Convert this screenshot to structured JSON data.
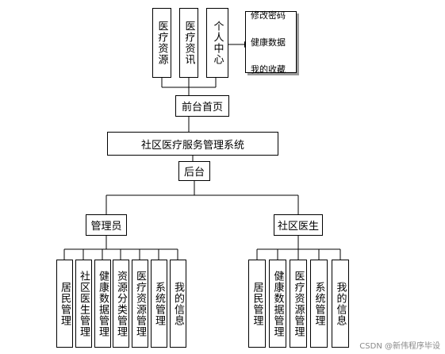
{
  "front": {
    "modules": [
      "医疗资源",
      "医疗资讯",
      "个人中心"
    ],
    "personal_sub": [
      "修改密码",
      "健康数据",
      "我的收藏"
    ],
    "label": "前台首页"
  },
  "system": {
    "title": "社区医疗服务管理系统"
  },
  "back": {
    "label": "后台"
  },
  "admin": {
    "label": "管理员",
    "modules": [
      "居民管理",
      "社区医生管理",
      "健康数据管理",
      "资源分类管理",
      "医疗资源管理",
      "系统管理",
      "我的信息"
    ]
  },
  "doctor": {
    "label": "社区医生",
    "modules": [
      "居民管理",
      "健康数据管理",
      "医疗资源管理",
      "系统管理",
      "我的信息"
    ]
  },
  "watermark": "CSDN @新伟程序毕设"
}
